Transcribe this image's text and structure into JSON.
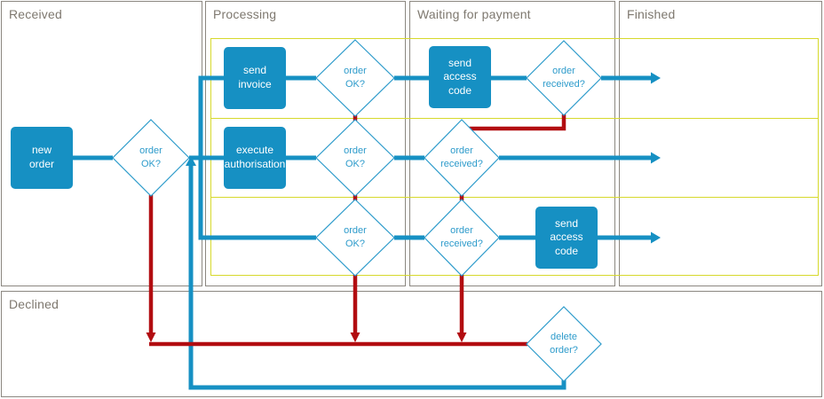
{
  "lanes": [
    {
      "title": "Received"
    },
    {
      "title": "Processing"
    },
    {
      "title": "Waiting for payment"
    },
    {
      "title": "Finished"
    },
    {
      "title": "Declined"
    }
  ],
  "nodes": {
    "new_order": {
      "label": "new\norder",
      "type": "task"
    },
    "send_invoice": {
      "label": "send\ninvoice",
      "type": "task"
    },
    "execute_authorisation": {
      "label": "execute\nauthorisation",
      "type": "task"
    },
    "send_access_code_top": {
      "label": "send\naccess\ncode",
      "type": "task"
    },
    "send_access_code_bottom": {
      "label": "send\naccess\ncode",
      "type": "task"
    },
    "order_ok_received": {
      "label": "order\nOK?",
      "type": "decision"
    },
    "order_ok_row1": {
      "label": "order\nOK?",
      "type": "decision"
    },
    "order_ok_row2": {
      "label": "order\nOK?",
      "type": "decision"
    },
    "order_ok_row3": {
      "label": "order\nOK?",
      "type": "decision"
    },
    "order_received_row1": {
      "label": "order\nreceived?",
      "type": "decision"
    },
    "order_received_row2": {
      "label": "order\nreceived?",
      "type": "decision"
    },
    "order_received_row3": {
      "label": "order\nreceived?",
      "type": "decision"
    },
    "delete_order": {
      "label": "delete\norder?",
      "type": "decision"
    }
  },
  "colors": {
    "accent_blue": "#1690c3",
    "diamond_blue": "#2d9bcb",
    "flow_red": "#b20d11",
    "row_yellow": "#d6d92c",
    "lane_border": "#8b8780",
    "lane_title": "#7e786f"
  }
}
